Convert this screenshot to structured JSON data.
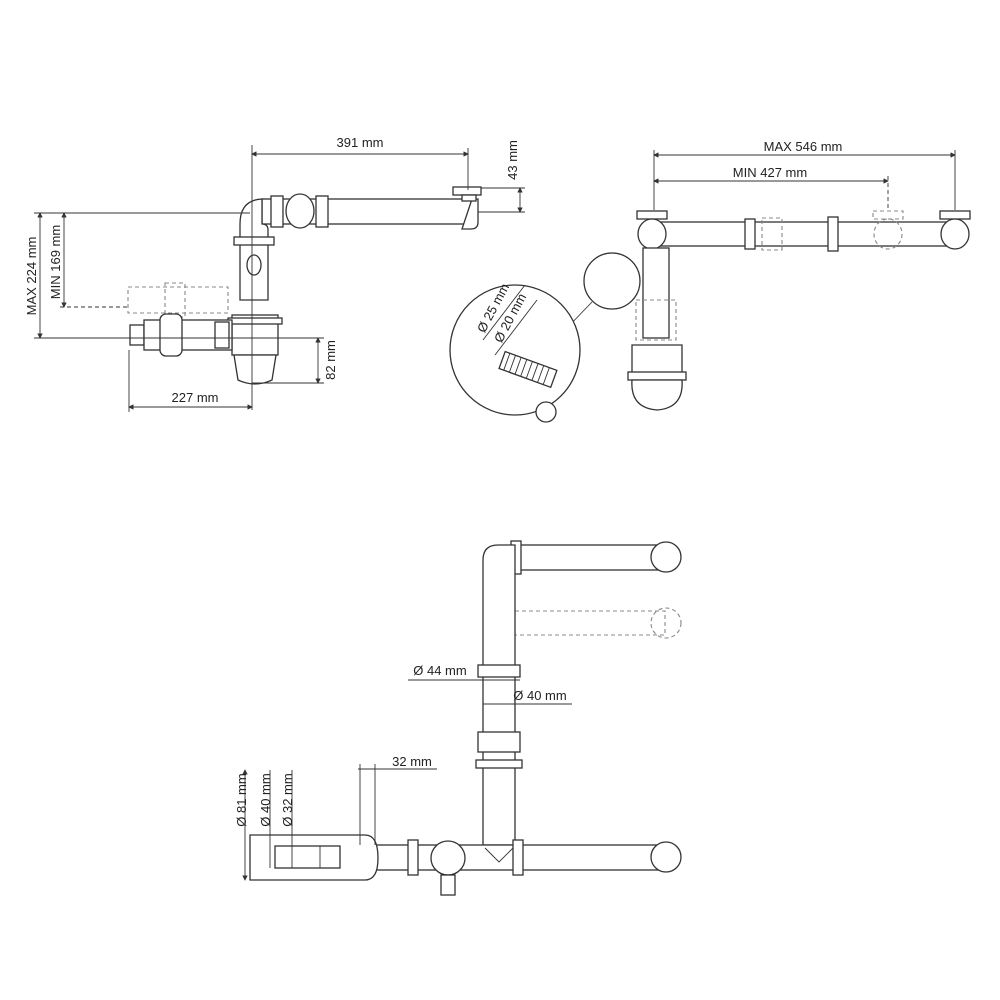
{
  "title": "Sink siphon technical drawing",
  "side_view": {
    "dim_length": "391 mm",
    "dim_height_outlet": "43 mm",
    "dim_max_height": "MAX 224 mm",
    "dim_min_height": "MIN 169 mm",
    "dim_trap_height": "82 mm",
    "dim_depth": "227 mm"
  },
  "front_view": {
    "dim_max_width": "MAX 546 mm",
    "dim_min_width": "MIN 427 mm",
    "detail_outer_diameter": "Ø 25 mm",
    "detail_inner_diameter": "Ø 20 mm"
  },
  "top_view": {
    "dim_outer_diameter": "Ø 44 mm",
    "dim_pipe_diameter": "Ø 40 mm",
    "dim_offset": "32 mm",
    "dim_cup_diameter": "Ø 81 mm",
    "dim_outlet_diameter": "Ø 40 mm",
    "dim_inner_diameter": "Ø 32 mm"
  },
  "colors": {
    "line": "#333333",
    "hidden": "#888888",
    "background": "#ffffff"
  }
}
